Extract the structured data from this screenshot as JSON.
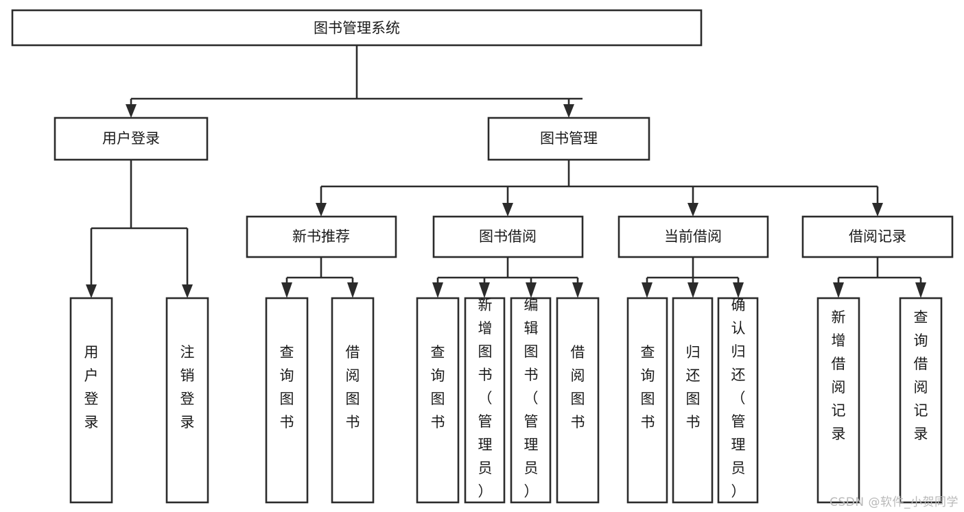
{
  "diagram": {
    "title": "图书管理系统",
    "type": "tree-hierarchy",
    "watermark": "CSDN @软件_小贺同学",
    "colors": {
      "stroke": "#2b2b2b",
      "fill": "#ffffff",
      "text": "#1a1a1a",
      "watermark": "#b9b9b9",
      "background": "#ffffff"
    },
    "levels": {
      "root": {
        "label": "图书管理系统"
      },
      "level1": [
        {
          "label": "用户登录"
        },
        {
          "label": "图书管理"
        }
      ],
      "level2": [
        {
          "label": "新书推荐",
          "parent": "图书管理"
        },
        {
          "label": "图书借阅",
          "parent": "图书管理"
        },
        {
          "label": "当前借阅",
          "parent": "图书管理"
        },
        {
          "label": "借阅记录",
          "parent": "图书管理"
        }
      ],
      "leaves": [
        {
          "label": "用户登录",
          "parent": "用户登录"
        },
        {
          "label": "注销登录",
          "parent": "用户登录"
        },
        {
          "label": "查询图书",
          "parent": "新书推荐"
        },
        {
          "label": "借阅图书",
          "parent": "新书推荐"
        },
        {
          "label": "查询图书",
          "parent": "图书借阅"
        },
        {
          "label": "新增图书（管理员）",
          "parent": "图书借阅"
        },
        {
          "label": "编辑图书（管理员）",
          "parent": "图书借阅"
        },
        {
          "label": "借阅图书",
          "parent": "图书借阅"
        },
        {
          "label": "查询图书",
          "parent": "当前借阅"
        },
        {
          "label": "归还图书",
          "parent": "当前借阅"
        },
        {
          "label": "确认归还（管理员）",
          "parent": "当前借阅"
        },
        {
          "label": "新增借阅记录",
          "parent": "借阅记录"
        },
        {
          "label": "查询借阅记录",
          "parent": "借阅记录"
        }
      ]
    }
  }
}
